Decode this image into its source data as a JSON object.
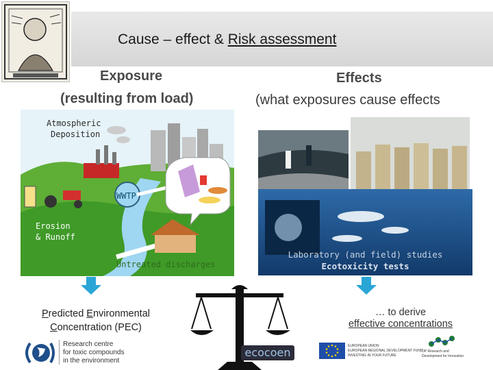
{
  "title": {
    "prefix": "Cause – effect & ",
    "underlined": "Risk assessment"
  },
  "exposure": {
    "heading_line1": "Exposure",
    "heading_line2": "(resulting from load)"
  },
  "effects": {
    "heading_line1": "Effects",
    "heading_line2": "(what exposures cause effects"
  },
  "scene_labels": {
    "atmospheric_line1": "Atmospheric",
    "atmospheric_line2": "Deposition",
    "wwtp": "WWTP",
    "erosion_line1": "Erosion",
    "erosion_line2": "& Runoff",
    "untreated": "Untreated discharges"
  },
  "effects_caption": {
    "line1": "Laboratory (and field) studies",
    "line2": "Ecotoxicity tests"
  },
  "pec": {
    "p1": "P",
    "p1_rest": "redicted ",
    "p2": "E",
    "p2_rest": "nvironmental",
    "p3": "C",
    "p3_rest": "oncentration (PEC)"
  },
  "derive": {
    "line1": "… to derive",
    "line2": "effective concentrations"
  },
  "logos": {
    "recetox_line1": "Research centre",
    "recetox_line2": "for toxic compounds",
    "recetox_line3": "in the environment",
    "ecocoen": "ecocoen",
    "eu_line1": "EUROPEAN UNION",
    "eu_line2": "EUROPEAN REGIONAL DEVELOPMENT FUND",
    "eu_line3": "INVESTING IN YOUR FUTURE",
    "op_line1": "OP Research and",
    "op_line2": "Development for Innovation"
  },
  "colors": {
    "arrow": "#2aa6d6",
    "sky": "#dff0f8",
    "grass": "#4fa62e",
    "river": "#8fd0ef",
    "sea": "#1b4f86"
  }
}
